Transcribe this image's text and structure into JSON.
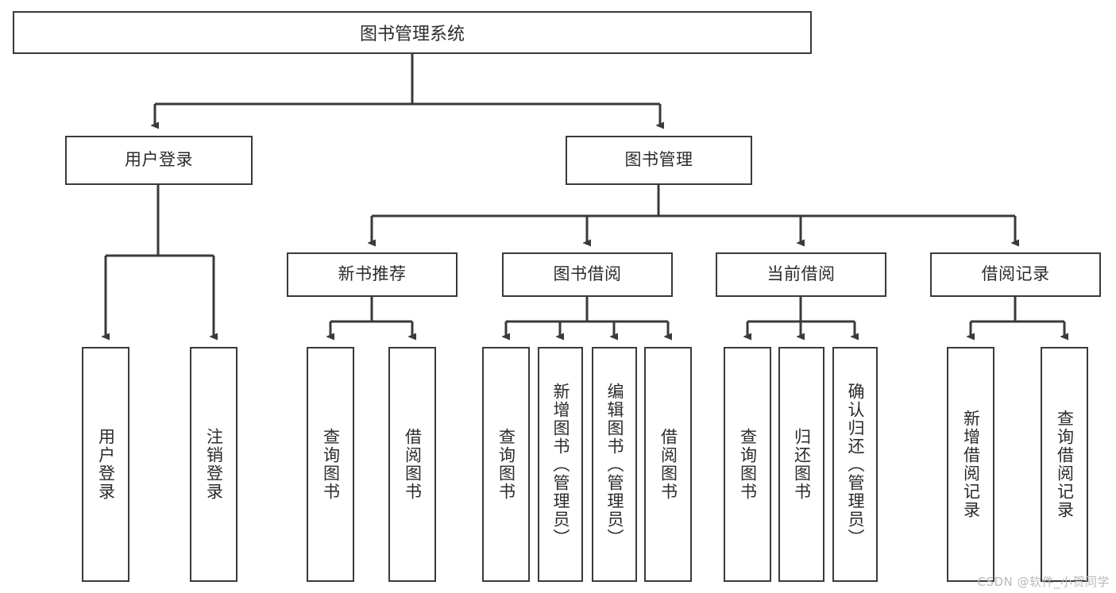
{
  "diagram": {
    "title": "图书管理系统",
    "watermark": "CSDN @软件_小贺同学",
    "colors": {
      "background": "#ffffff",
      "stroke": "#3a3a3a",
      "text": "#2b2b2b",
      "watermark": "#b9b9b9"
    },
    "nodes": {
      "root": {
        "label": "图书管理系统"
      },
      "level2": [
        {
          "id": "user-login",
          "label": "用户登录"
        },
        {
          "id": "book-manage",
          "label": "图书管理"
        }
      ],
      "level3": [
        {
          "id": "new-book-recommend",
          "label": "新书推荐"
        },
        {
          "id": "book-borrow",
          "label": "图书借阅"
        },
        {
          "id": "current-borrow",
          "label": "当前借阅"
        },
        {
          "id": "borrow-record",
          "label": "借阅记录"
        }
      ],
      "leaves": {
        "user-login": [
          {
            "id": "user-login-leaf",
            "label": "用户登录"
          },
          {
            "id": "logout-leaf",
            "label": "注销登录"
          }
        ],
        "new-book-recommend": [
          {
            "id": "query-book-1",
            "label": "查询图书"
          },
          {
            "id": "borrow-book-1",
            "label": "借阅图书"
          }
        ],
        "book-borrow": [
          {
            "id": "query-book-2",
            "label": "查询图书"
          },
          {
            "id": "add-book",
            "label": "新增图书（管理员）"
          },
          {
            "id": "edit-book",
            "label": "编辑图书（管理员）"
          },
          {
            "id": "borrow-book-2",
            "label": "借阅图书"
          }
        ],
        "current-borrow": [
          {
            "id": "query-book-3",
            "label": "查询图书"
          },
          {
            "id": "return-book",
            "label": "归还图书"
          },
          {
            "id": "confirm-return",
            "label": "确认归还（管理员）"
          }
        ],
        "borrow-record": [
          {
            "id": "add-borrow-record",
            "label": "新增借阅记录"
          },
          {
            "id": "query-borrow-record",
            "label": "查询借阅记录"
          }
        ]
      }
    }
  }
}
